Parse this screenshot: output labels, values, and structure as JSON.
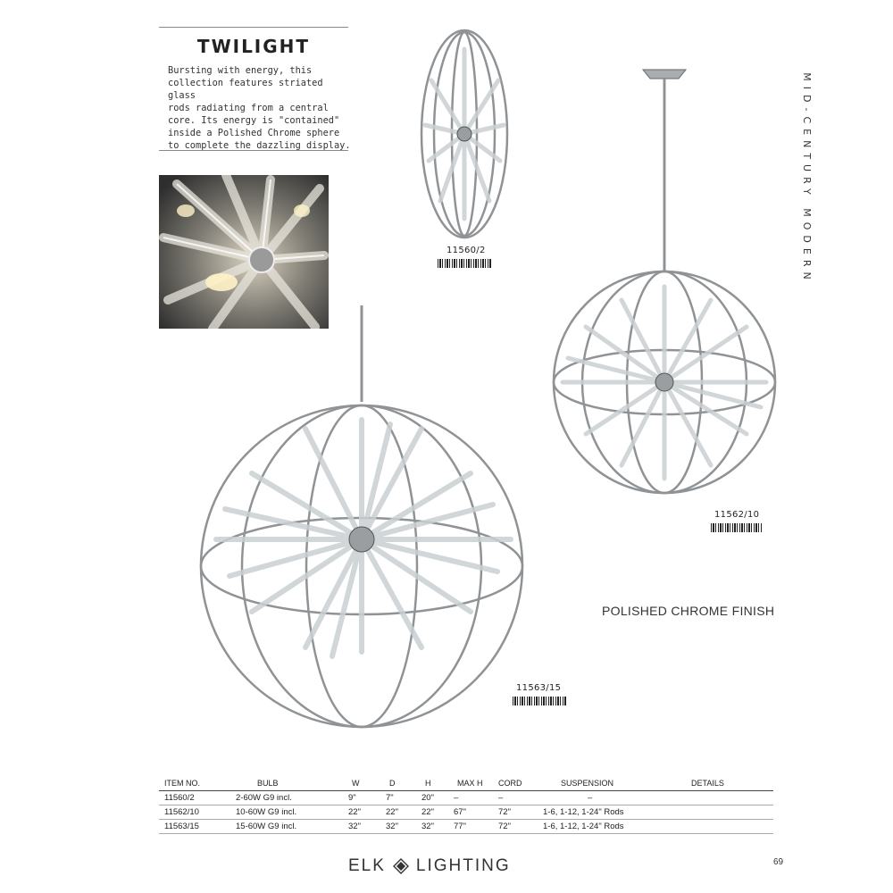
{
  "collection": {
    "title": "TWILIGHT",
    "description_lines": [
      "Bursting with energy, this",
      "collection features striated glass",
      "rods radiating from a central",
      "core. Its energy is \"contained\"",
      "inside a Polished Chrome sphere",
      "to complete the dazzling display."
    ]
  },
  "side_label": "MID-CENTURY MODERN",
  "finish_label": "POLISHED CHROME FINISH",
  "products": {
    "p1": {
      "item": "11560/2"
    },
    "p2": {
      "item": "11562/10"
    },
    "p3": {
      "item": "11563/15"
    }
  },
  "icons": {
    "closeup": "glass-rod-closeup-photo",
    "fixtures": "sphere-chandelier-illustration",
    "barcode": "barcode-icon",
    "logo_mark": "diamond-logo-icon"
  },
  "table": {
    "headers": [
      "ITEM NO.",
      "BULB",
      "W",
      "D",
      "H",
      "MAX H",
      "CORD",
      "SUSPENSION",
      "DETAILS"
    ],
    "rows": [
      [
        "11560/2",
        "2-60W G9 incl.",
        "9\"",
        "7\"",
        "20\"",
        "–",
        "–",
        "–",
        ""
      ],
      [
        "11562/10",
        "10-60W G9 incl.",
        "22\"",
        "22\"",
        "22\"",
        "67\"",
        "72\"",
        "1-6, 1-12, 1-24\" Rods",
        ""
      ],
      [
        "11563/15",
        "15-60W G9 incl.",
        "32\"",
        "32\"",
        "32\"",
        "77\"",
        "72\"",
        "1-6, 1-12, 1-24\" Rods",
        ""
      ]
    ]
  },
  "brand": {
    "left": "ELK",
    "right": "LIGHTING"
  },
  "page_number": "69",
  "colors": {
    "chrome": "#8f9396",
    "glass": "#c9cfd2",
    "text": "#222222"
  }
}
